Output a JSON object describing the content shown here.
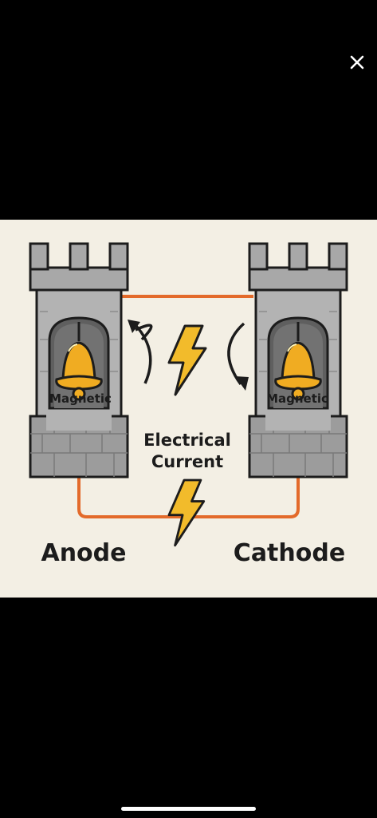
{
  "overlay": {
    "close_icon": "close-icon"
  },
  "diagram": {
    "left_tower": {
      "bell_label": "Magnetic",
      "terminal_label": "Anode"
    },
    "right_tower": {
      "bell_label": "Magnetic",
      "terminal_label": "Cathode"
    },
    "center_label_line1": "Electrical",
    "center_label_line2": "Current",
    "colors": {
      "background": "#f3efe4",
      "stone": "#a8a8a8",
      "stone_dark": "#6f6f6f",
      "bell": "#f0ac22",
      "wire": "#e36a2a",
      "lightning": "#f2bb2b",
      "outline": "#1c1c1c"
    }
  }
}
